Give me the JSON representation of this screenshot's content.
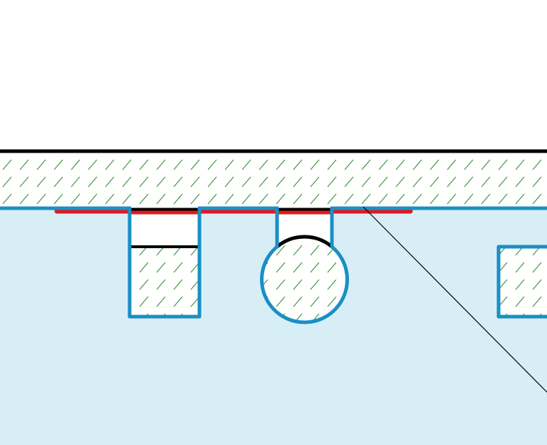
{
  "diagram": {
    "kind": "technical-section-drawing",
    "hatch_pattern": "diagonal-dash",
    "colors": {
      "background": "#ffffff",
      "liquid_fill": "#d8eef6",
      "outline_blue": "#1a8fc4",
      "hatch_green": "#2f8a2f",
      "top_edge_black": "#000000",
      "seal_red": "#e0191e",
      "leader_line": "#000000"
    },
    "elements": [
      "slab",
      "seal-strip",
      "rectangular-groove",
      "circular-groove",
      "partial-rectangular-groove",
      "leader-line"
    ]
  }
}
